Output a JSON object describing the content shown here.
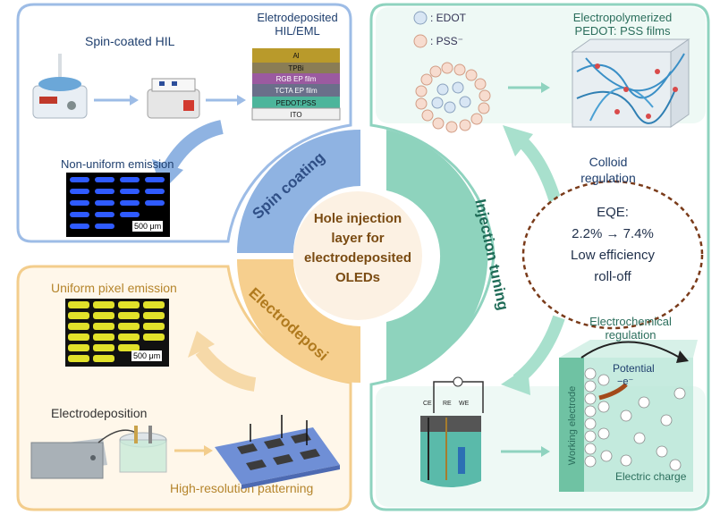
{
  "colors": {
    "blue_panel": "#9dbce6",
    "green_panel": "#8fd3bf",
    "orange_panel": "#f3cd8c",
    "center_fill": "#fcf1e3",
    "dark_text": "#1f3f6e",
    "green_text": "#2b6e5c",
    "orange_text": "#b5852c",
    "eqe_border": "#7a3b1a"
  },
  "spin_panel": {
    "hil_label": "Spin-coated HIL",
    "stack_title": "Eletrodeposited HIL/EML",
    "layers": [
      "Al",
      "TPBi",
      "RGB EP film",
      "TCTA EP film",
      "PEDOT:PSS",
      "ITO"
    ],
    "nonuniform_label": "Non-uniform emission",
    "scale_bar": "500 μm"
  },
  "injection_panel": {
    "edot_legend": ": EDOT",
    "pss_legend": ": PSS⁻",
    "films_title": "Electropolymerized PEDOT: PSS films",
    "colloid_label": "Colloid regulation",
    "eqe_title": "EQE:",
    "eqe_range": "2.2% → 7.4%",
    "eqe_line3": "Low efficiency",
    "eqe_line4": "roll-off",
    "electrochem_label": "Electrochemical regulation",
    "potential_label": "Potential",
    "electron_label": "−e⁻",
    "working_electrode": "Working electrode",
    "electric_charge": "Electric charge",
    "cell_labels": [
      "CE",
      "RE",
      "WE"
    ]
  },
  "electro_panel": {
    "uniform_label": "Uniform pixel emission",
    "scale_bar": "500 μm",
    "electrodeposition_label": "Electrodeposition",
    "patterning_label": "High-resolution patterning"
  },
  "center": {
    "line1": "Hole injection",
    "line2": "layer for",
    "line3": "electrodeposited",
    "line4": "OLEDs"
  },
  "ring": {
    "spin": "Spin coating",
    "injection": "Injection tuning",
    "electro": "Electrodeposi"
  }
}
